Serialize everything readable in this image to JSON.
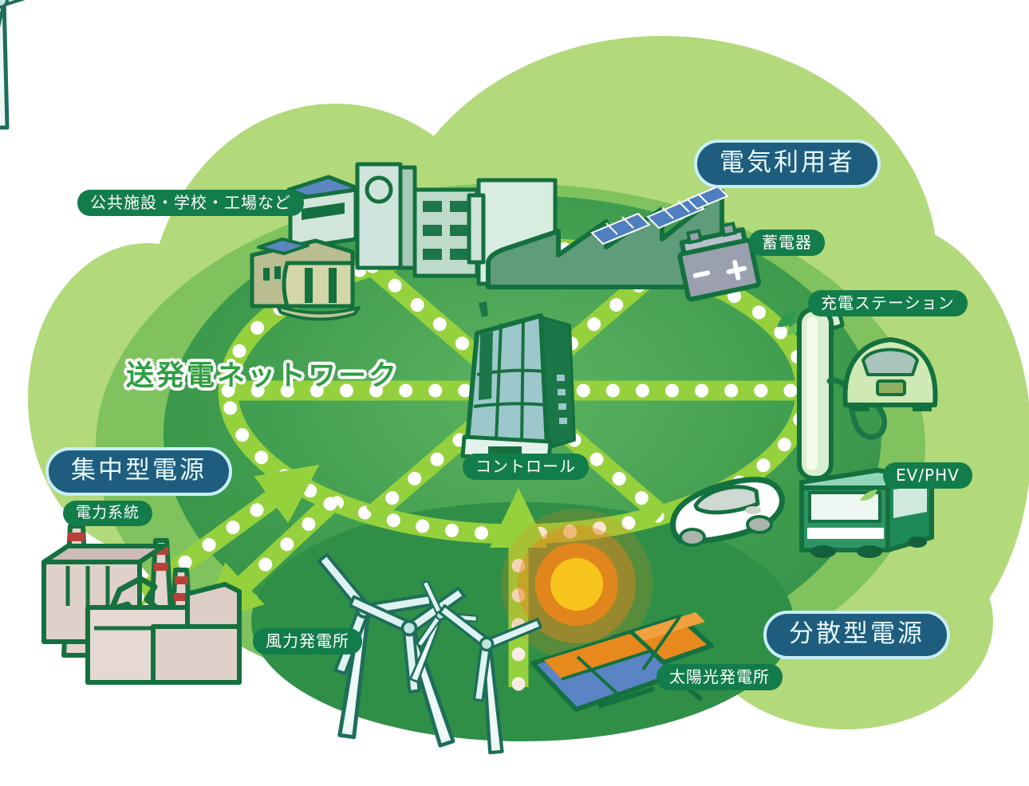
{
  "title": {
    "text": "送発電ネットワーク"
  },
  "badges": {
    "electricity_users": {
      "label": "電気利用者"
    },
    "centralized_power": {
      "label": "集中型電源"
    },
    "distributed_power": {
      "label": "分散型電源"
    }
  },
  "labels": {
    "public_facilities": {
      "text": "公共施設・学校・工場など"
    },
    "storage_battery": {
      "text": "蓄電器"
    },
    "charging_station": {
      "text": "充電ステーション"
    },
    "power_grid": {
      "text": "電力系統"
    },
    "control": {
      "text": "コントロール"
    },
    "ev_phv": {
      "text": "EV/PHV"
    },
    "wind_power": {
      "text": "風力発電所"
    },
    "solar_power": {
      "text": "太陽光発電所"
    }
  },
  "icons": {
    "control-tower-icon": "central control office tower",
    "power-plant-icon": "thermal power plant with red striped chimneys",
    "wind-turbine-icon": "wind turbines",
    "solar-panel-icon": "tilted solar panel arrays",
    "sun-icon": "sun with orange glow",
    "storage-battery-icon": "battery with plus and minus terminals",
    "charging-station-icon": "EV charging pillar with cable",
    "ev-compact-car-icon": "small green electric car",
    "sedan-car-icon": "white sedan",
    "ev-bus-icon": "green electric bus",
    "factory-icon": "sawtooth roof factory with rooftop solar",
    "city-buildings-icon": "public facility and school buildings",
    "community-building-icon": "round fronted community hall",
    "network-ring-icon": "green dotted ring with crossing spokes",
    "arrow-up-right-icon": "dotted arrow from plant to network",
    "arrow-down-left-icon": "dotted arrow from network to plant",
    "arrow-upward-icon": "dotted arrow from renewables up to network"
  },
  "colors": {
    "background": "#ffffff",
    "cloud_light_green": "#b2d97a",
    "cloud_mid_green": "#7fc25e",
    "cloud_dark_green": "#379347",
    "network_line_green": "#95d13c",
    "network_dot_white": "#ffffff",
    "label_pill_green": "#137c4b",
    "badge_teal": "#1e5d7e",
    "badge_border_cyan": "#c8eef8",
    "title_green": "#2f9e41",
    "sun_core_yellow": "#f7c41b",
    "sun_glow_orange": "#e8861c",
    "chimney_stripe_red": "#b9403a"
  }
}
